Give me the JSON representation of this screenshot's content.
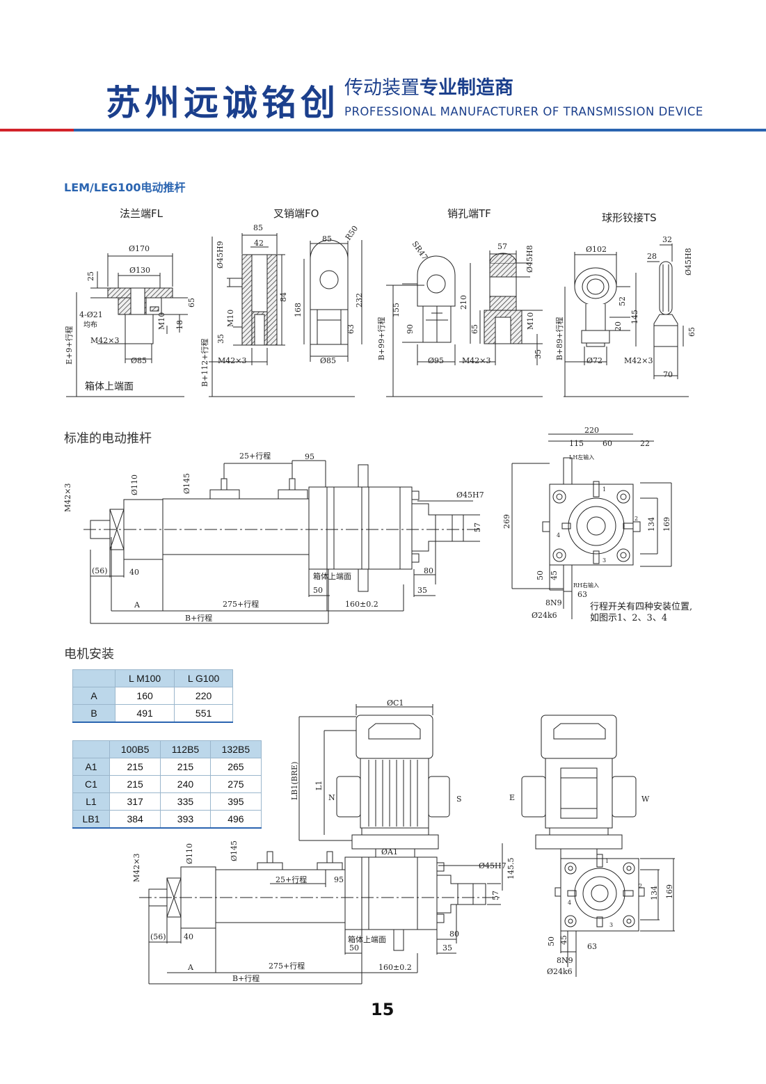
{
  "header": {
    "brand": "苏州远诚铭创",
    "slogan_a": "传动装置",
    "slogan_b": "专业制造商",
    "slogan_en": "PROFESSIONAL MANUFACTURER OF TRANSMISSION DEVICE"
  },
  "section_title": "LEM/LEG100电动推杆",
  "end_types": [
    "法兰端FL",
    "叉销端FO",
    "销孔端TF",
    "球形铰接TS"
  ],
  "fl": {
    "d170": "Ø170",
    "d130": "Ø130",
    "d25": "25",
    "holes": "4-Ø21",
    "holes_note": "均布",
    "thread": "M42×3",
    "d85": "Ø85",
    "m10": "M10",
    "d18": "18",
    "d65": "65",
    "stroke": "E+9+行程",
    "box_top": "箱体上端面"
  },
  "fo": {
    "d85": "85",
    "d42": "42",
    "h9": "Ø45H9",
    "m10": "M10",
    "d35": "35",
    "d84": "84",
    "thread": "M42×3",
    "stroke": "B+112+行程",
    "d85b": "85",
    "r50": "R50",
    "d168": "168",
    "d232": "232",
    "d63": "63",
    "dia85": "Ø85"
  },
  "tf": {
    "sr47": "SR47",
    "d155": "155",
    "d90": "90",
    "dia95": "Ø95",
    "stroke": "B+99+行程",
    "d57": "57",
    "h8": "Ø45H8",
    "d210": "210",
    "d65": "65",
    "m10": "M10",
    "thread": "M42×3",
    "d35": "35"
  },
  "ts": {
    "d102": "Ø102",
    "d52": "52",
    "d20": "20",
    "dia72": "Ø72",
    "stroke": "B+89+行程",
    "d32": "32",
    "d28": "28",
    "h8": "Ø45H8",
    "d145": "145",
    "d65": "65",
    "thread": "M42×3",
    "d70": "70"
  },
  "standard": {
    "heading": "标准的电动推杆",
    "m42": "M42×3",
    "d110": "Ø110",
    "d145": "Ø145",
    "stroke25": "25+行程",
    "d95": "95",
    "h7": "Ø45H7",
    "d57": "57",
    "d56": "(56)",
    "d40": "40",
    "box_top": "箱体上端面",
    "d50": "50",
    "d80": "80",
    "d35": "35",
    "a": "A",
    "stroke275": "275+行程",
    "d160": "160±0.2",
    "b_stroke": "B+行程",
    "d220": "220",
    "d115": "115",
    "d60": "60",
    "d22": "22",
    "lh": "LH左输入",
    "rh": "RH右输入",
    "d269": "269",
    "d134": "134",
    "d169": "169",
    "d50b": "50",
    "d45": "45",
    "d63": "63",
    "n9": "8N9",
    "k6": "Ø24k6",
    "note1": "行程开关有四种安装位置,",
    "note2": "如图示1、2、3、4",
    "n1": "1",
    "n2": "2",
    "n3": "3",
    "n4": "4"
  },
  "motor": {
    "heading": "电机安装",
    "c1": "ØC1",
    "lb1": "LB1(BRE)",
    "l1": "L1",
    "n": "N",
    "s": "S",
    "e": "E",
    "w": "W",
    "a1": "ØA1",
    "d145_5": "145.5",
    "h7": "Ø45H7",
    "d57": "57",
    "m42": "M42×3",
    "d110": "Ø110",
    "d145": "Ø145",
    "stroke25": "25+行程",
    "d95": "95",
    "d56": "(56)",
    "d40": "40",
    "box_top": "箱体上端面",
    "d50": "50",
    "d80": "80",
    "d35": "35",
    "a": "A",
    "stroke275": "275+行程",
    "d160": "160±0.2",
    "b_stroke": "B+行程",
    "d134": "134",
    "d169": "169",
    "d50b": "50",
    "d45": "45",
    "d63": "63",
    "n9": "8N9",
    "k6": "Ø24k6",
    "n1": "1",
    "n2": "2",
    "n3": "3",
    "n4": "4"
  },
  "table1": {
    "headers": [
      "",
      "L M100",
      "L G100"
    ],
    "rows": [
      [
        "A",
        "160",
        "220"
      ],
      [
        "B",
        "491",
        "551"
      ]
    ]
  },
  "table2": {
    "headers": [
      "",
      "100B5",
      "112B5",
      "132B5"
    ],
    "rows": [
      [
        "A1",
        "215",
        "215",
        "265"
      ],
      [
        "C1",
        "215",
        "240",
        "275"
      ],
      [
        "L1",
        "317",
        "335",
        "395"
      ],
      [
        "LB1",
        "384",
        "393",
        "496"
      ]
    ]
  },
  "page_number": "15"
}
